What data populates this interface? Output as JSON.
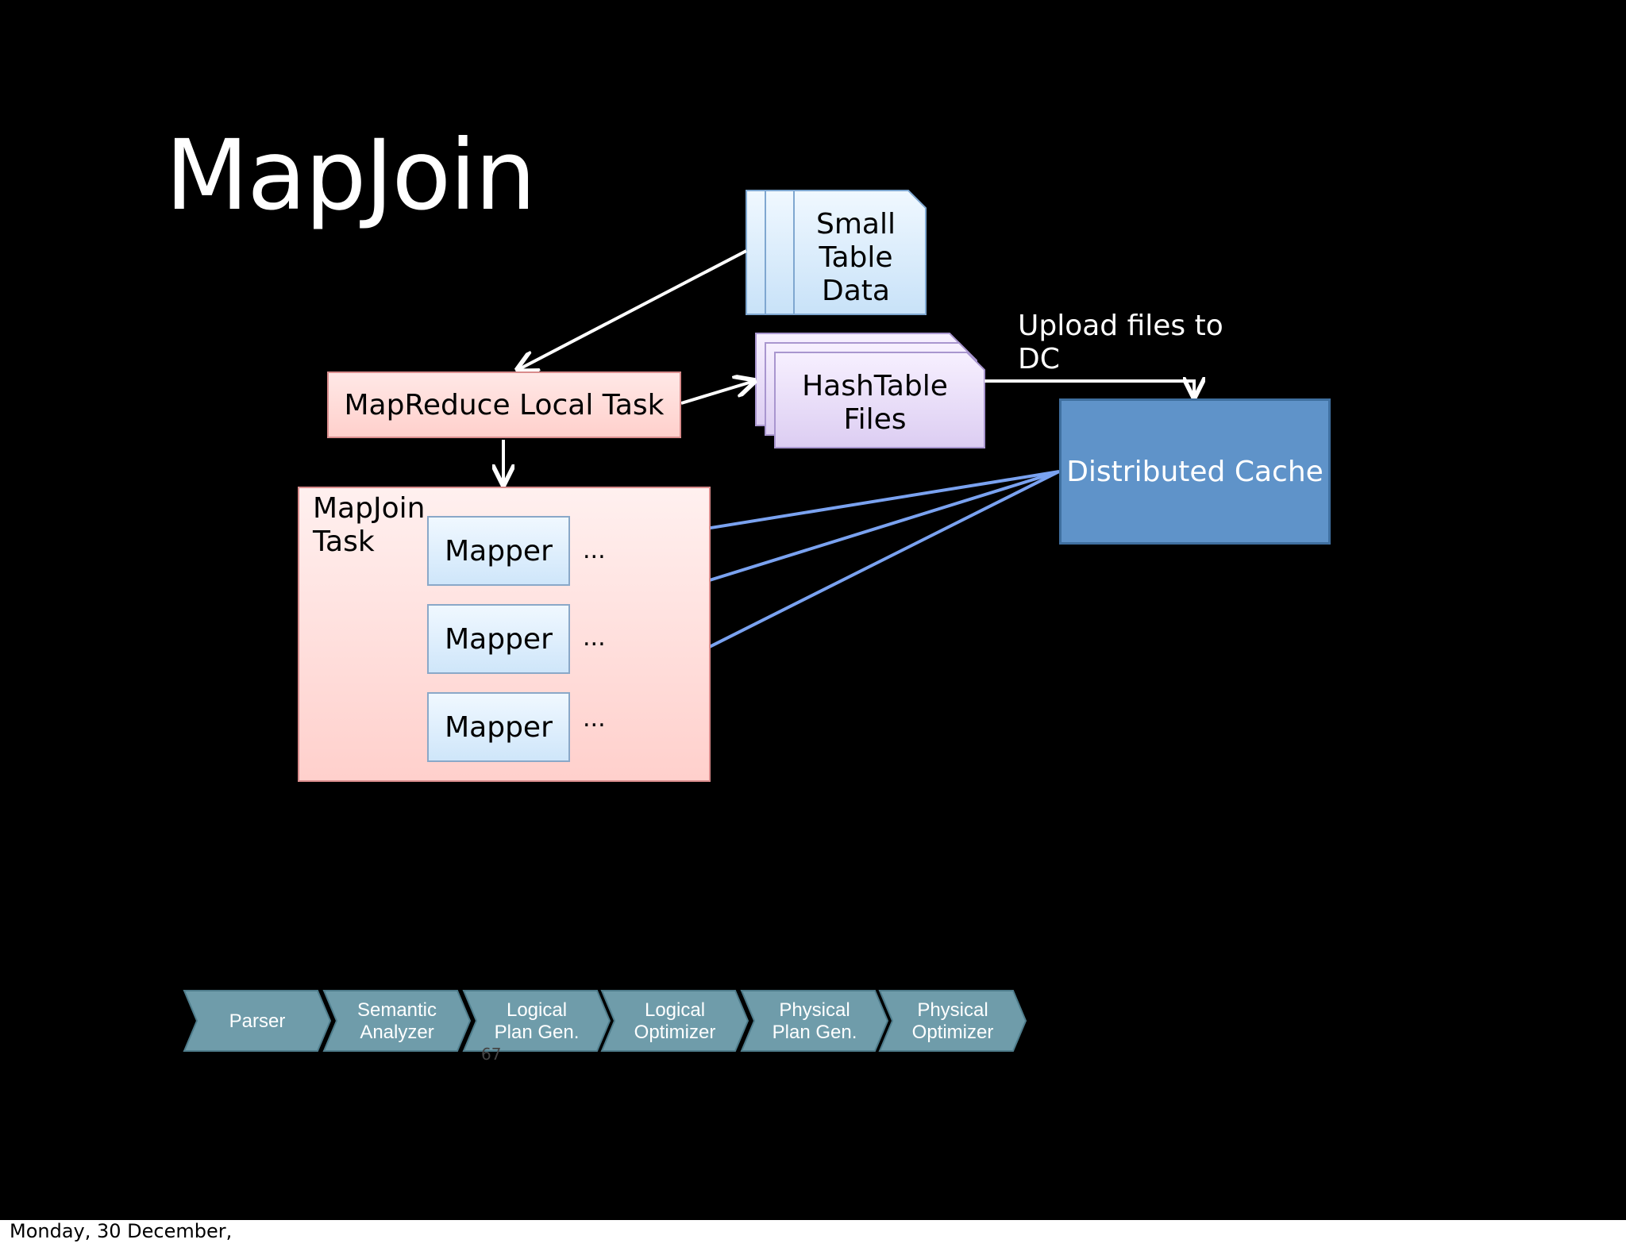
{
  "slide": {
    "title": "MapJoin",
    "small_table": {
      "line1": "Small",
      "line2": "Table",
      "line3": "Data"
    },
    "local_task": "MapReduce Local Task",
    "hashtable": {
      "line1": "HashTable",
      "line2": "Files"
    },
    "upload": {
      "line1": "Upload files to",
      "line2": "DC"
    },
    "distributed_cache": "Distributed Cache",
    "mapjoin_task": {
      "line1": "MapJoin",
      "line2": "Task"
    },
    "mappers": [
      {
        "label": "Mapper",
        "more": "..."
      },
      {
        "label": "Mapper",
        "more": "..."
      },
      {
        "label": "Mapper",
        "more": "..."
      }
    ],
    "pipeline": [
      {
        "line1": "Parser",
        "line2": ""
      },
      {
        "line1": "Semantic",
        "line2": "Analyzer"
      },
      {
        "line1": "Logical",
        "line2": "Plan Gen."
      },
      {
        "line1": "Logical",
        "line2": "Optimizer"
      },
      {
        "line1": "Physical",
        "line2": "Plan Gen."
      },
      {
        "line1": "Physical",
        "line2": "Optimizer"
      }
    ],
    "page_number": "67"
  },
  "footer": "Monday, 30 December,",
  "colors": {
    "background": "#000000",
    "local_task_fill": "#ffd6d2",
    "mapper_fill": "#d6eafb",
    "hashtable_fill": "#e6d9f5",
    "distributed_cache": "#5f93c9",
    "dc_arrows": "#7aa2f0",
    "pipeline_fill": "#6f9caa"
  }
}
